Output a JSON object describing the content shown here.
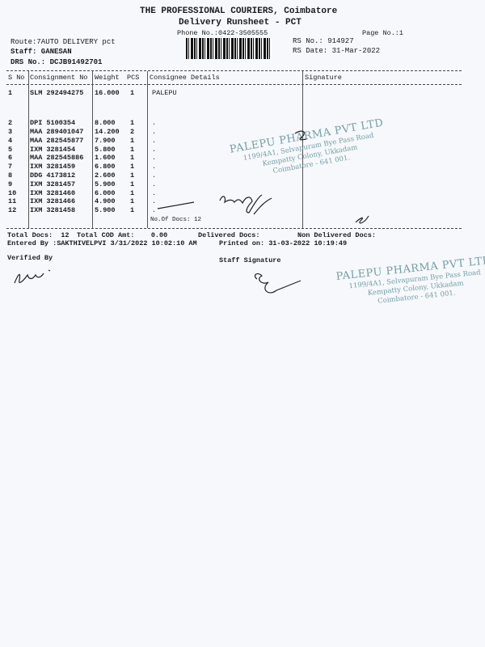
{
  "header": {
    "company": "THE PROFESSIONAL COURIERS, Coimbatore",
    "title": "Delivery Runsheet - PCT",
    "phone": "Phone No.:0422-3505555",
    "page_no": "Page No.:1",
    "route": "Route:7AUTO DELIVERY pct",
    "staff": "Staff: GANESAN",
    "drs_no": "DRS No.: DCJB91492701",
    "rs_no": "RS No.: 914927",
    "rs_date": "RS Date: 31-Mar-2022"
  },
  "table": {
    "columns": [
      "S No",
      "Consignment No",
      "Weight",
      "PCS",
      "Consignee Details",
      "Signature"
    ],
    "rows": [
      {
        "sno": "1",
        "cons": "SLM 292494275",
        "weight": "16.000",
        "pcs": "1",
        "details": "PALEPU"
      },
      {
        "sno": "2",
        "cons": "DPI 5100354",
        "weight": "8.000",
        "pcs": "1",
        "details": "."
      },
      {
        "sno": "3",
        "cons": "MAA 289401047",
        "weight": "14.200",
        "pcs": "2",
        "details": "."
      },
      {
        "sno": "4",
        "cons": "MAA 282545877",
        "weight": "7.900",
        "pcs": "1",
        "details": "."
      },
      {
        "sno": "5",
        "cons": "IXM 3281454",
        "weight": "5.800",
        "pcs": "1",
        "details": "."
      },
      {
        "sno": "6",
        "cons": "MAA 282545886",
        "weight": "1.600",
        "pcs": "1",
        "details": "."
      },
      {
        "sno": "7",
        "cons": "IXM 3281459",
        "weight": "6.800",
        "pcs": "1",
        "details": "."
      },
      {
        "sno": "8",
        "cons": "DDG 4173812",
        "weight": "2.600",
        "pcs": "1",
        "details": "."
      },
      {
        "sno": "9",
        "cons": "IXM 3281457",
        "weight": "5.900",
        "pcs": "1",
        "details": "."
      },
      {
        "sno": "10",
        "cons": "IXM 3281460",
        "weight": "6.000",
        "pcs": "1",
        "details": "."
      },
      {
        "sno": "11",
        "cons": "IXM 3281466",
        "weight": "4.900",
        "pcs": "1",
        "details": "."
      },
      {
        "sno": "12",
        "cons": "IXM 3281458",
        "weight": "5.900",
        "pcs": "1",
        "details": "."
      }
    ],
    "no_of_docs": "No.Of Docs: 12"
  },
  "footer": {
    "total_docs": "Total Docs:  12",
    "total_cod": "Total COD Amt:    0.00",
    "delivered_docs": "Delivered Docs:",
    "non_delivered_docs": "Non Delivered Docs:",
    "entered_by": "Entered By :SAKTHIVELPVI 3/31/2022 10:02:10 AM",
    "printed_on": "Printed on: 31-03-2022 10:19:49",
    "verified_by": "Verified By",
    "staff_signature": "Staff Signature"
  },
  "stamp": {
    "line1": "PALEPU PHARMA PVT LTD",
    "line2": "1199/4A1, Selvapuram Bye Pass Road",
    "line3": "Kempatty Colony, Ukkadam",
    "line4": "Coimbatore - 641 001."
  }
}
